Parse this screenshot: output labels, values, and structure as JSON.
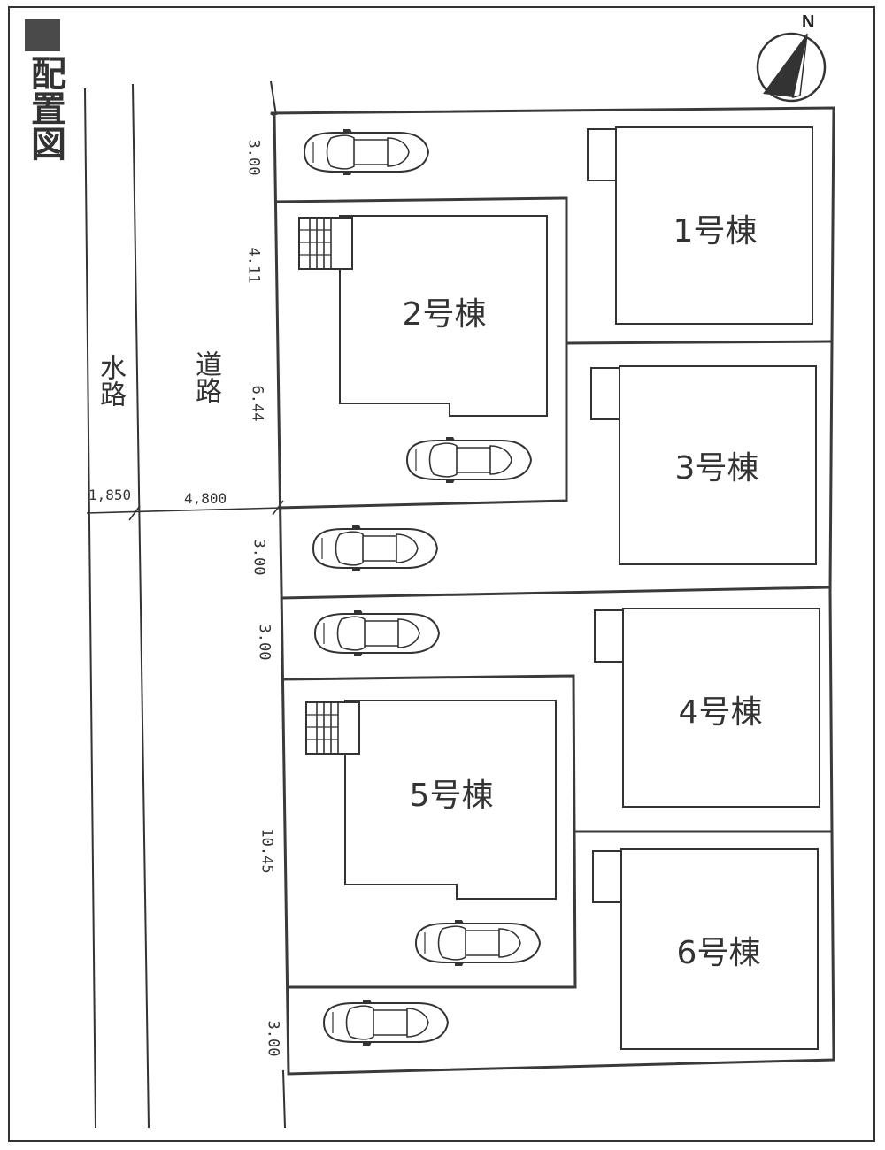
{
  "title": "配置図",
  "labels": {
    "waterway": "水路",
    "road": "道路",
    "north": "N"
  },
  "dimensions": {
    "waterway_width": "1,850",
    "road_width": "4,800",
    "d1": "3.00",
    "d2": "4.11",
    "d3": "6.44",
    "d4": "3.00",
    "d5": "3.00",
    "d6": "10.45",
    "d7": "3.00"
  },
  "houses": [
    "1号棟",
    "2号棟",
    "3号棟",
    "4号棟",
    "5号棟",
    "6号棟"
  ],
  "colors": {
    "line": "#3a3a3a",
    "title_block": "#4a4a4a"
  }
}
